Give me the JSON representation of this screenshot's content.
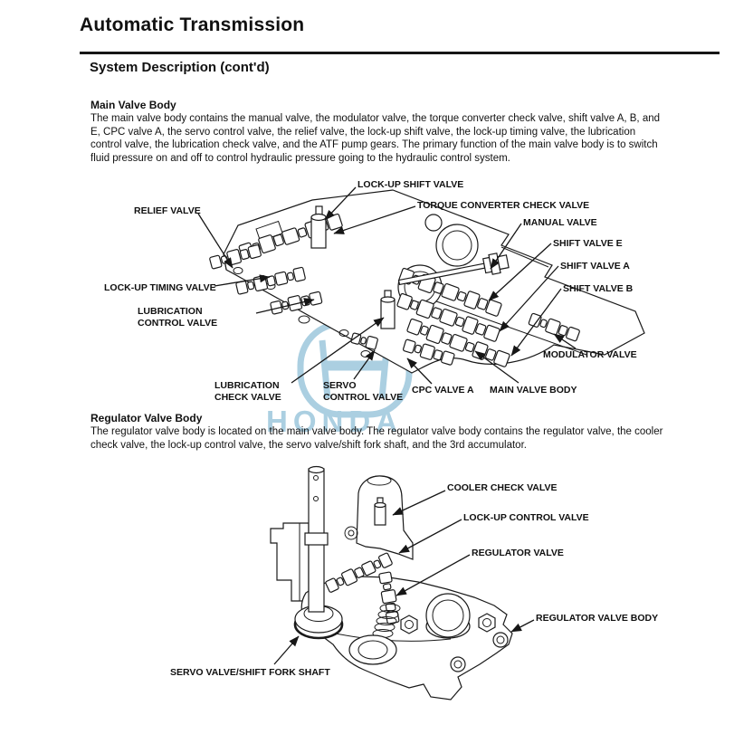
{
  "page": {
    "title": "Automatic Transmission",
    "section_title": "System Description (cont'd)"
  },
  "sections": {
    "main_valve_body": {
      "heading": "Main Valve Body",
      "body": "The main valve body contains the manual valve, the modulator valve, the torque converter check valve, shift valve A, B, and E, CPC valve A, the servo control valve, the relief valve, the lock-up shift valve, the lock-up timing valve, the lubrication control valve, the lubrication check valve, and the ATF pump gears. The primary function of the main valve body is to switch fluid pressure on and off to control hydraulic pressure going to the hydraulic control system."
    },
    "regulator_valve_body": {
      "heading": "Regulator Valve Body",
      "body": "The regulator valve body is located on the main valve body. The regulator valve body contains the regulator valve, the cooler check valve, the lock-up control valve, the servo valve/shift fork shaft, and the 3rd accumulator."
    }
  },
  "diagram1": {
    "labels": {
      "lockup_shift": "LOCK-UP SHIFT VALVE",
      "torque_converter": "TORQUE CONVERTER CHECK VALVE",
      "relief": "RELIEF VALVE",
      "manual": "MANUAL VALVE",
      "shift_e": "SHIFT VALVE E",
      "shift_a": "SHIFT VALVE A",
      "shift_b": "SHIFT VALVE B",
      "lockup_timing": "LOCK-UP TIMING VALVE",
      "lubrication_control_1": "LUBRICATION",
      "lubrication_control_2": "CONTROL VALVE",
      "modulator": "MODULATOR VALVE",
      "lubrication_check_1": "LUBRICATION",
      "lubrication_check_2": "CHECK VALVE",
      "servo_control_1": "SERVO",
      "servo_control_2": "CONTROL VALVE",
      "cpc_a": "CPC VALVE A",
      "main_valve_body": "MAIN VALVE BODY"
    }
  },
  "diagram2": {
    "labels": {
      "cooler_check": "COOLER CHECK VALVE",
      "lockup_control": "LOCK-UP CONTROL VALVE",
      "regulator": "REGULATOR VALVE",
      "regulator_body": "REGULATOR VALVE BODY",
      "servo_shaft": "SERVO VALVE/SHIFT FORK SHAFT"
    }
  },
  "watermark": {
    "text": "HONDA",
    "color": "#abcfe1"
  }
}
